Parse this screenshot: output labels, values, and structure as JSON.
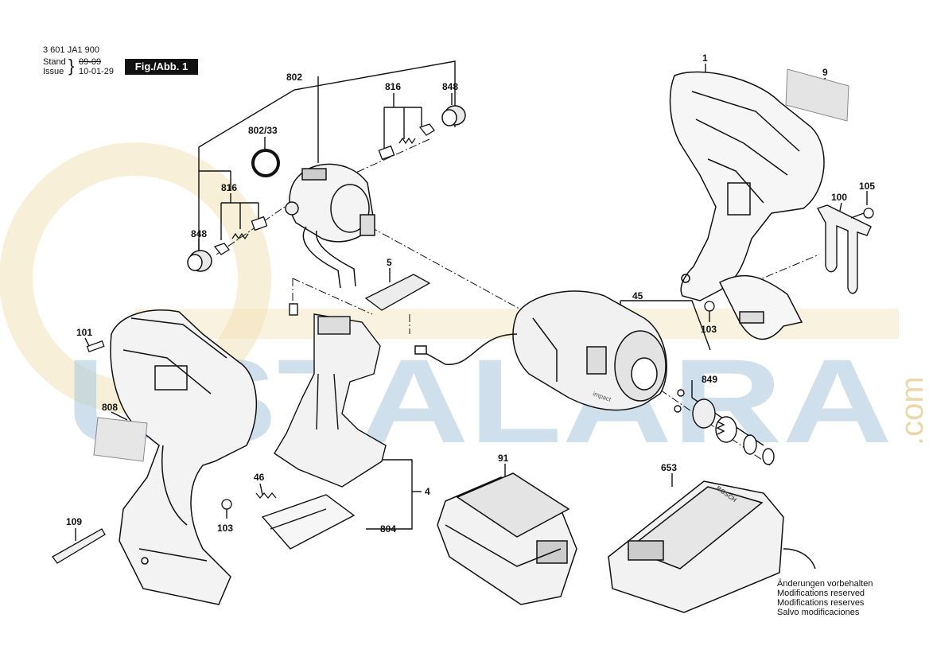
{
  "header": {
    "part_number": "3 601 JA1 900",
    "stand_label": "Stand",
    "issue_label": "Issue",
    "old_date": "09-09",
    "new_date": "10-01-29",
    "figure_label": "Fig./Abb. 1"
  },
  "watermark": {
    "text": "USTALARA",
    "suffix": ".com"
  },
  "callouts": {
    "c1": "1",
    "c4": "4",
    "c5": "5",
    "c9": "9",
    "c45": "45",
    "c46": "46",
    "c91": "91",
    "c100": "100",
    "c101": "101",
    "c103a": "103",
    "c103b": "103",
    "c105": "105",
    "c109": "109",
    "c653": "653",
    "c802": "802",
    "c802_33": "802/33",
    "c804": "804",
    "c808": "808",
    "c816a": "816",
    "c816b": "816",
    "c848a": "848",
    "c848b": "848",
    "c849": "849"
  },
  "product_marks": {
    "impact": "impact",
    "brand": "BOSCH"
  },
  "notes": {
    "de": "Änderungen vorbehalten",
    "en": "Modifications reserved",
    "fr": "Modifications reserves",
    "es": "Salvo modificaciones"
  }
}
